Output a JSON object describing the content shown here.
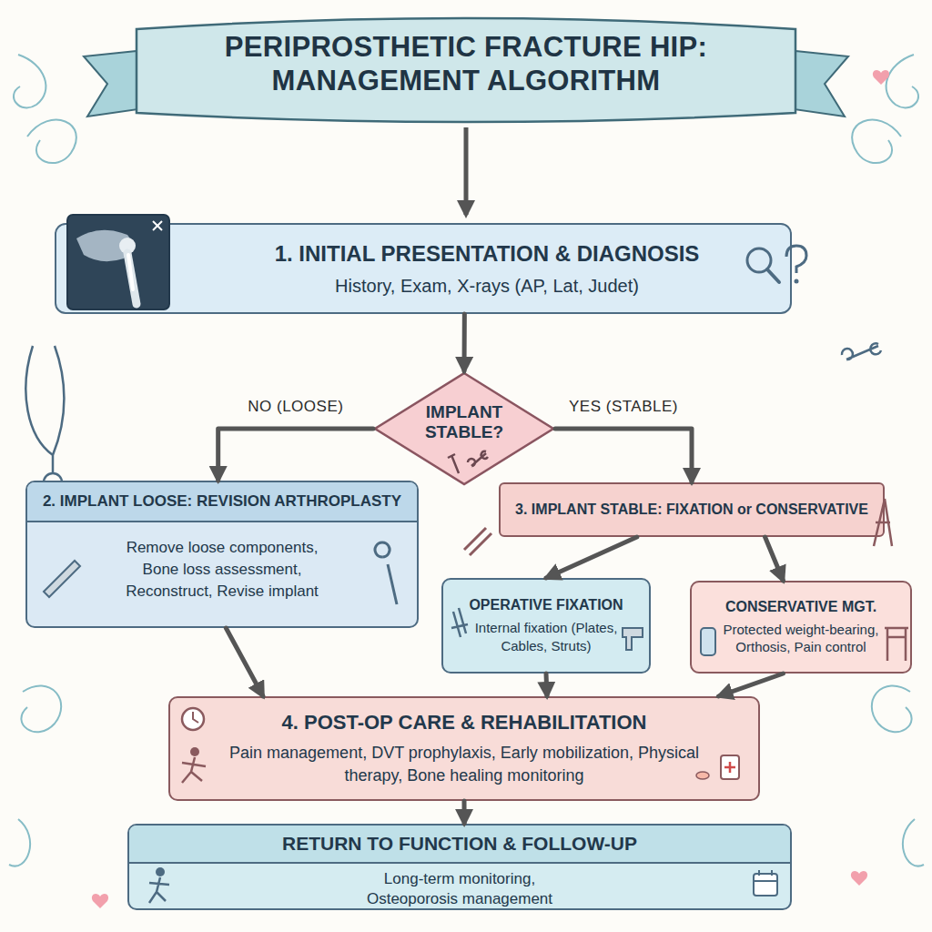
{
  "diagram": {
    "title": "PERIPROSTHETIC FRACTURE HIP: MANAGEMENT ALGORITHM",
    "nodes": [
      {
        "text": [
          "1. INITIAL PRESENTATION & DIAGNOSIS",
          "History, Exam, X-rays (AP, Lat, Judet)"
        ]
      },
      {
        "text": [
          "IMPLANT STABLE?"
        ]
      },
      {
        "text": [
          "2. IMPLANT LOOSE: REVISION ARTHROPLASTY",
          "Remove loose components, Bone loss assessment, Reconstruct, Revise implant"
        ]
      },
      {
        "text": [
          "3. IMPLANT STABLE: FIXATION or CONSERVATIVE"
        ]
      },
      {
        "text": [
          "OPERATIVE FIXATION",
          "Internal fixation (Plates, Cables, Struts)"
        ]
      },
      {
        "text": [
          "CONSERVATIVE MGT.",
          "Protected weight-bearing, Orthosis, Pain control"
        ]
      },
      {
        "text": [
          "4. POST-OP CARE & REHABILITATION",
          "Pain management, DVT prophylaxis, Early mobilization, Physical therapy, Bone healing monitoring"
        ]
      },
      {
        "text": [
          "RETURN TO FUNCTION & FOLLOW-UP",
          "Long-term monitoring, Osteoporosis management"
        ]
      }
    ],
    "edges": [
      {
        "from": 0,
        "to": 1,
        "arrow": "to"
      },
      {
        "from": 1,
        "to": 2,
        "label": "NO (LOOSE)",
        "arrow": "to"
      },
      {
        "from": 1,
        "to": 3,
        "label": "YES (STABLE)",
        "arrow": "to"
      },
      {
        "from": 3,
        "to": 4,
        "arrow": "to"
      },
      {
        "from": 3,
        "to": 5,
        "arrow": "to"
      },
      {
        "from": 2,
        "to": 6,
        "arrow": "to"
      },
      {
        "from": 4,
        "to": 6,
        "arrow": "to"
      },
      {
        "from": 5,
        "to": 6,
        "arrow": "to"
      },
      {
        "from": 6,
        "to": 7,
        "arrow": "to"
      }
    ]
  }
}
